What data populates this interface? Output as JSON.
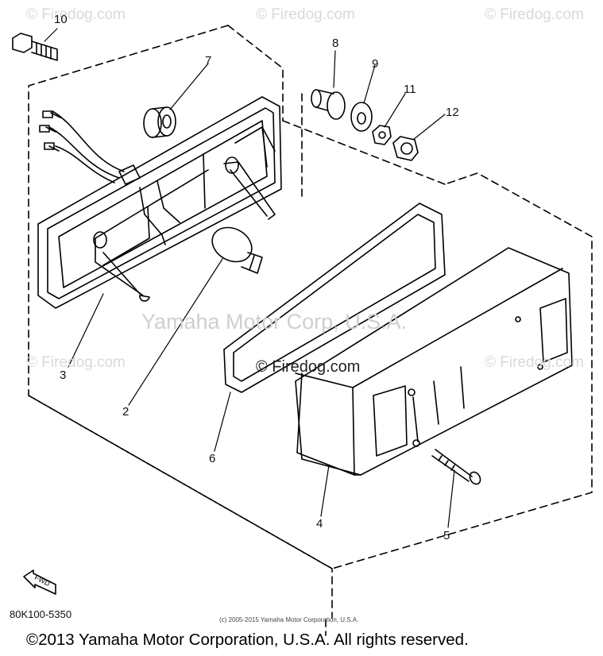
{
  "watermarks": {
    "top_left": "© Firedog.com",
    "top_center": "© Firedog.com",
    "top_right": "© Firedog.com",
    "mid_left": "© Firedog.com",
    "mid_right": "© Firedog.com",
    "center": "Yamaha Motor Corp, U.S.A.",
    "center_small": "© Firedog.com"
  },
  "callouts": {
    "c1": "10",
    "c2": "7",
    "c3": "8",
    "c4": "9",
    "c5": "11",
    "c6": "12",
    "c7": "3",
    "c8": "2",
    "c9": "6",
    "c10": "4",
    "c11": "5"
  },
  "fwd_label": "FWD",
  "part_number": "80K100-5350",
  "small_copyright": "(c) 2005-2015 Yamaha Motor Corporation, U.S.A.",
  "footer_copyright": "©2013 Yamaha Motor Corporation, U.S.A. All rights reserved.",
  "colors": {
    "line": "#000000",
    "watermark": "#d0d0d0",
    "background": "#ffffff"
  }
}
